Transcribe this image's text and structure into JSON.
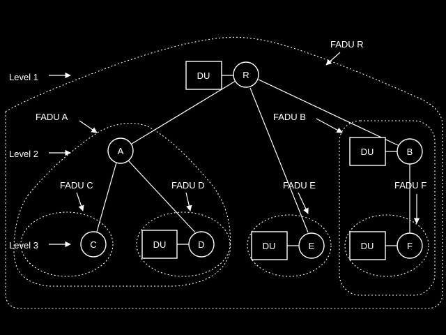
{
  "colors": {
    "background": "#000000",
    "foreground": "#ffffff"
  },
  "levels": [
    "Level 1",
    "Level 2",
    "Level 3"
  ],
  "fadu_labels": {
    "R": "FADU R",
    "A": "FADU A",
    "B": "FADU B",
    "C": "FADU C",
    "D": "FADU D",
    "E": "FADU E",
    "F": "FADU F"
  },
  "nodes": {
    "R": "R",
    "A": "A",
    "B": "B",
    "C": "C",
    "D": "D",
    "E": "E",
    "F": "F"
  },
  "du_label": "DU",
  "edges": [
    [
      "R",
      "A"
    ],
    [
      "R",
      "E"
    ],
    [
      "R",
      "B"
    ],
    [
      "A",
      "C"
    ],
    [
      "A",
      "D"
    ],
    [
      "B",
      "F"
    ]
  ],
  "data_units_attached_to": [
    "R",
    "B",
    "D",
    "E",
    "F"
  ]
}
